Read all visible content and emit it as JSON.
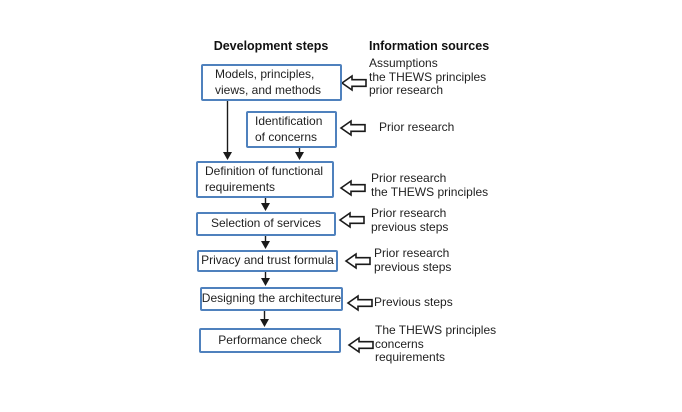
{
  "headers": {
    "development_steps": "Development steps",
    "information_sources": "Information sources"
  },
  "steps": [
    {
      "label": "Models, principles, views, and methods"
    },
    {
      "label": "Identification of concerns"
    },
    {
      "label": "Definition of functional requirements"
    },
    {
      "label": "Selection of services"
    },
    {
      "label": "Privacy and trust formula"
    },
    {
      "label": "Designing the architecture"
    },
    {
      "label": "Performance check"
    }
  ],
  "sources": [
    {
      "lines": [
        "Assumptions",
        "the THEWS principles",
        "prior research"
      ]
    },
    {
      "lines": [
        "Prior research"
      ]
    },
    {
      "lines": [
        "Prior research",
        "the THEWS principles"
      ]
    },
    {
      "lines": [
        "Prior research",
        "previous steps"
      ]
    },
    {
      "lines": [
        "Prior research",
        "previous steps"
      ]
    },
    {
      "lines": [
        "Previous steps"
      ]
    },
    {
      "lines": [
        "The THEWS principles",
        "concerns",
        "requirements"
      ]
    }
  ],
  "icons": {
    "flow_arrow": "arrow-down",
    "source_arrow": "block-arrow-left"
  },
  "colors": {
    "box_border": "#4f81bd",
    "text": "#1f1f1f",
    "arrow_outline": "#1a1a1a",
    "background": "#ffffff"
  }
}
